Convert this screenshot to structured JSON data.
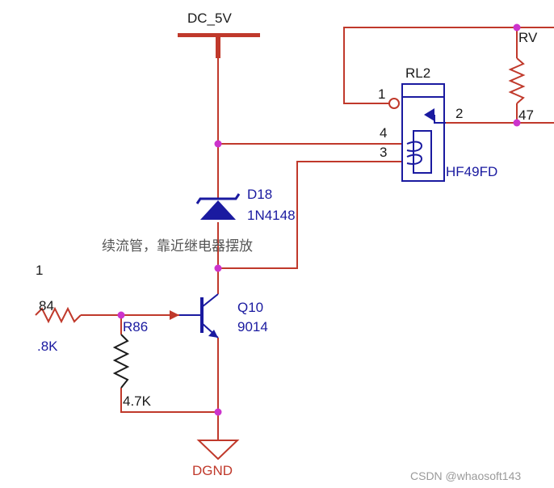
{
  "power_rail": "DC_5V",
  "relay": {
    "ref": "RL2",
    "part": "HF49FD",
    "pins": [
      "1",
      "2",
      "3",
      "4"
    ]
  },
  "diode": {
    "ref": "D18",
    "part": "1N4148"
  },
  "annotation": "续流管，靠近继电器摆放",
  "transistor": {
    "ref": "Q10",
    "part": "9014"
  },
  "resistors": {
    "r86": {
      "ref": "R86",
      "value": "4.7K"
    },
    "left_ref": "84",
    "left_value": ".8K",
    "right_ref": "RV",
    "right_value": "47"
  },
  "net_fragment": "1",
  "ground": "DGND",
  "watermark": "CSDN @whaosoft143",
  "colors": {
    "wire": "#c0392b",
    "component": "#1a1aa0",
    "rail": "#c0392b",
    "junction": "#cc33cc"
  }
}
